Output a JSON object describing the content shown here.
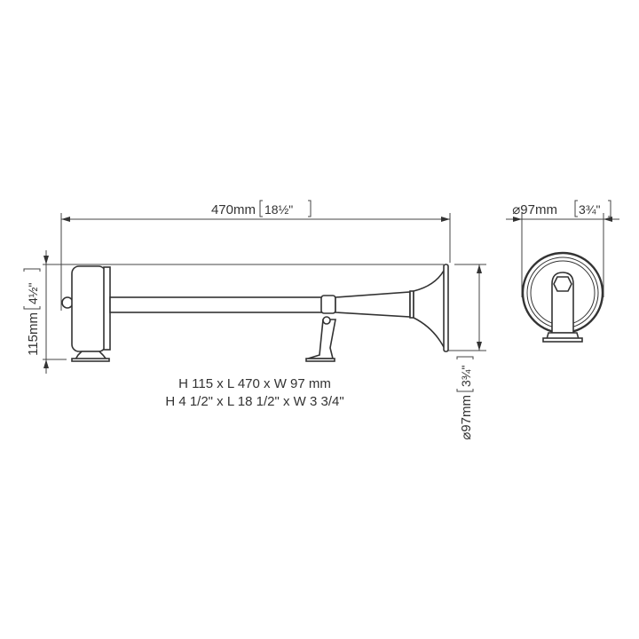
{
  "dimensions": {
    "length_label": "470mm",
    "length_inch": "18½\"",
    "height_label": "115mm",
    "height_inch": "4½\"",
    "diameter_side_label": "⌀97mm",
    "diameter_side_inch": "3¾\"",
    "diameter_front_label": "⌀97mm",
    "diameter_front_inch": "3¾\""
  },
  "specs": {
    "metric": "H 115 x L 470 x W 97 mm",
    "imperial": "H 4 1/2\" x L 18 1/2\" x W 3 3/4\""
  }
}
